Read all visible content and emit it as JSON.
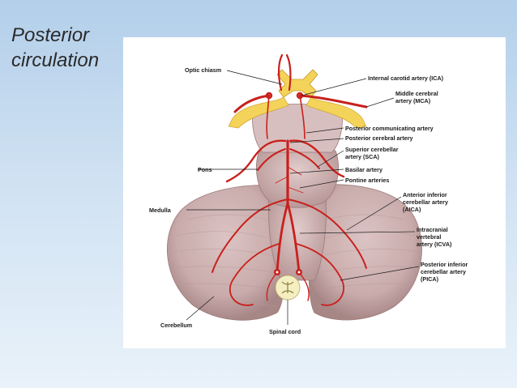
{
  "slide": {
    "title_line1": "Posterior",
    "title_line2": "circulation"
  },
  "figure": {
    "labels": {
      "optic_chiasm": "Optic chiasm",
      "ica": "Internal carotid artery (ICA)",
      "mca_line1": "Middle cerebral",
      "mca_line2": "artery (MCA)",
      "pcomm": "Posterior communicating artery",
      "pca": "Posterior cerebral artery",
      "sca_line1": "Superior cerebellar",
      "sca_line2": "artery (SCA)",
      "pons": "Pons",
      "basilar": "Basilar artery",
      "pontine": "Pontine arteries",
      "medulla": "Medulla",
      "aica_line1": "Anterior inferior",
      "aica_line2": "cerebellar artery",
      "aica_line3": "(AICA)",
      "icva_line1": "Intracranial",
      "icva_line2": "vertebral",
      "icva_line3": "artery (ICVA)",
      "pica_line1": "Posterior inferior",
      "pica_line2": "cerebellar artery",
      "pica_line3": "(PICA)",
      "cerebellum": "Cerebellum",
      "spinal_cord": "Spinal cord"
    },
    "colors": {
      "artery": "#c9201c",
      "tissue": "#cfb4b4",
      "chiasm": "#f3d35a",
      "spinal_cord": "#f4eec0"
    }
  }
}
